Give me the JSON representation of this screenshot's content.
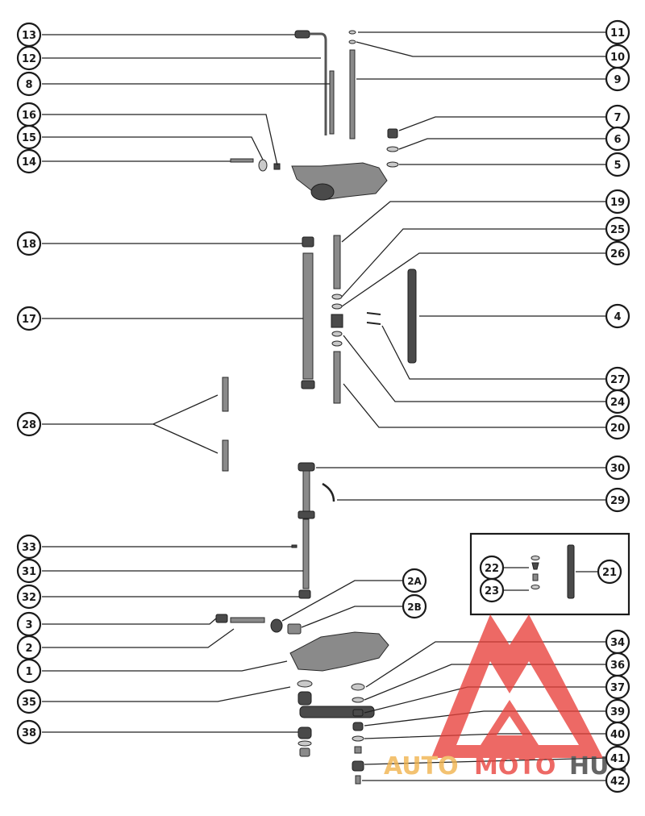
{
  "callouts_left": [
    {
      "id": "c13",
      "label": "13"
    },
    {
      "id": "c12",
      "label": "12"
    },
    {
      "id": "c8",
      "label": "8"
    },
    {
      "id": "c16",
      "label": "16"
    },
    {
      "id": "c15",
      "label": "15"
    },
    {
      "id": "c14",
      "label": "14"
    },
    {
      "id": "c18",
      "label": "18"
    },
    {
      "id": "c17",
      "label": "17"
    },
    {
      "id": "c28",
      "label": "28"
    },
    {
      "id": "c33",
      "label": "33"
    },
    {
      "id": "c31",
      "label": "31"
    },
    {
      "id": "c32",
      "label": "32"
    },
    {
      "id": "c3",
      "label": "3"
    },
    {
      "id": "c2",
      "label": "2"
    },
    {
      "id": "c1",
      "label": "1"
    },
    {
      "id": "c35",
      "label": "35"
    },
    {
      "id": "c38",
      "label": "38"
    }
  ],
  "callouts_right": [
    {
      "id": "c11",
      "label": "11"
    },
    {
      "id": "c10",
      "label": "10"
    },
    {
      "id": "c9",
      "label": "9"
    },
    {
      "id": "c7",
      "label": "7"
    },
    {
      "id": "c6",
      "label": "6"
    },
    {
      "id": "c5",
      "label": "5"
    },
    {
      "id": "c19",
      "label": "19"
    },
    {
      "id": "c25",
      "label": "25"
    },
    {
      "id": "c26",
      "label": "26"
    },
    {
      "id": "c4",
      "label": "4"
    },
    {
      "id": "c27",
      "label": "27"
    },
    {
      "id": "c24",
      "label": "24"
    },
    {
      "id": "c20",
      "label": "20"
    },
    {
      "id": "c30",
      "label": "30"
    },
    {
      "id": "c29",
      "label": "29"
    },
    {
      "id": "c2A",
      "label": "2A"
    },
    {
      "id": "c2B",
      "label": "2B"
    },
    {
      "id": "c34",
      "label": "34"
    },
    {
      "id": "c36",
      "label": "36"
    },
    {
      "id": "c37",
      "label": "37"
    },
    {
      "id": "c39",
      "label": "39"
    },
    {
      "id": "c40",
      "label": "40"
    },
    {
      "id": "c41",
      "label": "41"
    },
    {
      "id": "c42",
      "label": "42"
    }
  ],
  "inset_callouts": [
    {
      "id": "c22",
      "label": "22"
    },
    {
      "id": "c23",
      "label": "23"
    },
    {
      "id": "c21",
      "label": "21"
    }
  ],
  "watermark": {
    "part_auto": "AUTO",
    "part_moto": "MOTO",
    "part_hub": "HUB",
    "color_primary": "#e8403a",
    "color_secondary": "#f0b24a",
    "color_dark": "#3a3a3a"
  }
}
